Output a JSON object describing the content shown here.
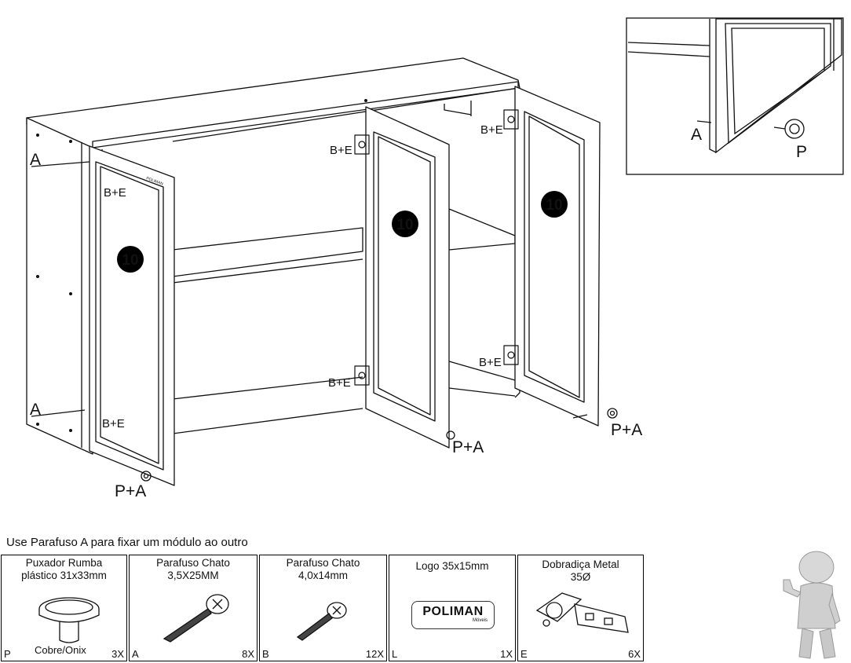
{
  "callouts": {
    "screw_a": "A",
    "hinge_logo": "B+E",
    "knob_screw": "P+A",
    "panel_number": "10",
    "detail_screw": "A",
    "detail_knob": "P",
    "panel_brand": "POLIMAN"
  },
  "note": "Use Parafuso A para fixar um módulo ao outro",
  "parts": [
    {
      "code": "P",
      "title_line1": "Puxador Rumba",
      "title_line2": "plástico 31x33mm",
      "finish": "Cobre/Onix",
      "qty": "3X",
      "icon": "knob-icon"
    },
    {
      "code": "A",
      "title_line1": "Parafuso Chato",
      "title_line2": "3,5X25MM",
      "finish": "",
      "qty": "8X",
      "icon": "long-screw-icon"
    },
    {
      "code": "B",
      "title_line1": "Parafuso Chato",
      "title_line2": "4,0x14mm",
      "finish": "",
      "qty": "12X",
      "icon": "short-screw-icon"
    },
    {
      "code": "L",
      "title_line1": "Logo 35x15mm",
      "title_line2": "",
      "finish": "",
      "qty": "1X",
      "icon": "logo-icon",
      "logo_text": "POLIMAN",
      "logo_sub": "Móveis"
    },
    {
      "code": "E",
      "title_line1": "Dobradiça Metal",
      "title_line2": "35Ø",
      "finish": "",
      "qty": "6X",
      "icon": "hinge-icon"
    }
  ]
}
